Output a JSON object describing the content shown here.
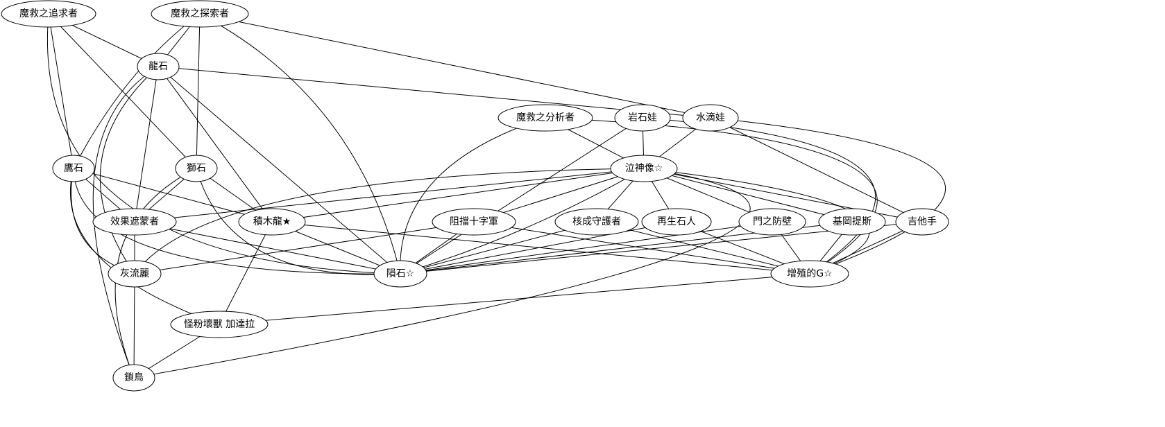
{
  "graph": {
    "nodes": [
      {
        "id": "seeker",
        "label": "魔救之追求者"
      },
      {
        "id": "explorer",
        "label": "魔救之探索者"
      },
      {
        "id": "dragonstone",
        "label": "龍石"
      },
      {
        "id": "analyst",
        "label": "魔救之分析者"
      },
      {
        "id": "rockdoll",
        "label": "岩石娃"
      },
      {
        "id": "waterdoll",
        "label": "水滴娃"
      },
      {
        "id": "hawkstone",
        "label": "鷹石"
      },
      {
        "id": "lionstone",
        "label": "獅石"
      },
      {
        "id": "statue",
        "label": "泣神像☆"
      },
      {
        "id": "veiler",
        "label": "效果遮蒙者"
      },
      {
        "id": "blockdragon",
        "label": "積木龍★"
      },
      {
        "id": "crusader",
        "label": "阻擋十字軍"
      },
      {
        "id": "guardian",
        "label": "核成守護者"
      },
      {
        "id": "golem",
        "label": "再生石人"
      },
      {
        "id": "gatewall",
        "label": "門之防壁"
      },
      {
        "id": "gigantes",
        "label": "基岡提斯"
      },
      {
        "id": "guitarist",
        "label": "吉他手"
      },
      {
        "id": "ashblossom",
        "label": "灰流麗"
      },
      {
        "id": "meteor",
        "label": "隕石☆"
      },
      {
        "id": "maxxc",
        "label": "增殖的G☆"
      },
      {
        "id": "gadarla",
        "label": "怪粉壞獸 加達拉"
      },
      {
        "id": "lockbird",
        "label": "鎖鳥"
      }
    ],
    "edges": [
      [
        "seeker",
        "dragonstone"
      ],
      [
        "seeker",
        "hawkstone"
      ],
      [
        "seeker",
        "lionstone"
      ],
      [
        "seeker",
        "meteor"
      ],
      [
        "explorer",
        "dragonstone"
      ],
      [
        "explorer",
        "hawkstone"
      ],
      [
        "explorer",
        "lionstone"
      ],
      [
        "explorer",
        "meteor"
      ],
      [
        "explorer",
        "waterdoll"
      ],
      [
        "dragonstone",
        "waterdoll"
      ],
      [
        "dragonstone",
        "veiler"
      ],
      [
        "dragonstone",
        "blockdragon"
      ],
      [
        "dragonstone",
        "meteor"
      ],
      [
        "dragonstone",
        "ashblossom"
      ],
      [
        "dragonstone",
        "lockbird"
      ],
      [
        "analyst",
        "meteor"
      ],
      [
        "analyst",
        "statue"
      ],
      [
        "analyst",
        "maxxc"
      ],
      [
        "rockdoll",
        "meteor"
      ],
      [
        "rockdoll",
        "statue"
      ],
      [
        "rockdoll",
        "maxxc"
      ],
      [
        "waterdoll",
        "statue"
      ],
      [
        "waterdoll",
        "guitarist"
      ],
      [
        "waterdoll",
        "maxxc"
      ],
      [
        "hawkstone",
        "veiler"
      ],
      [
        "hawkstone",
        "blockdragon"
      ],
      [
        "hawkstone",
        "ashblossom"
      ],
      [
        "hawkstone",
        "meteor"
      ],
      [
        "hawkstone",
        "gadarla"
      ],
      [
        "lionstone",
        "veiler"
      ],
      [
        "lionstone",
        "blockdragon"
      ],
      [
        "lionstone",
        "meteor"
      ],
      [
        "lionstone",
        "lockbird"
      ],
      [
        "statue",
        "ashblossom"
      ],
      [
        "statue",
        "veiler"
      ],
      [
        "statue",
        "blockdragon"
      ],
      [
        "statue",
        "crusader"
      ],
      [
        "statue",
        "guardian"
      ],
      [
        "statue",
        "golem"
      ],
      [
        "statue",
        "gatewall"
      ],
      [
        "statue",
        "gigantes"
      ],
      [
        "statue",
        "guitarist"
      ],
      [
        "statue",
        "meteor"
      ],
      [
        "statue",
        "maxxc"
      ],
      [
        "statue",
        "lockbird"
      ],
      [
        "veiler",
        "ashblossom"
      ],
      [
        "veiler",
        "meteor"
      ],
      [
        "blockdragon",
        "meteor"
      ],
      [
        "blockdragon",
        "maxxc"
      ],
      [
        "blockdragon",
        "gadarla"
      ],
      [
        "crusader",
        "ashblossom"
      ],
      [
        "crusader",
        "meteor"
      ],
      [
        "crusader",
        "maxxc"
      ],
      [
        "guardian",
        "meteor"
      ],
      [
        "guardian",
        "maxxc"
      ],
      [
        "golem",
        "meteor"
      ],
      [
        "golem",
        "maxxc"
      ],
      [
        "gatewall",
        "meteor"
      ],
      [
        "gatewall",
        "maxxc"
      ],
      [
        "gigantes",
        "meteor"
      ],
      [
        "gigantes",
        "maxxc"
      ],
      [
        "guitarist",
        "meteor"
      ],
      [
        "guitarist",
        "maxxc"
      ],
      [
        "ashblossom",
        "lockbird"
      ],
      [
        "maxxc",
        "gadarla"
      ],
      [
        "gadarla",
        "lockbird"
      ]
    ]
  }
}
